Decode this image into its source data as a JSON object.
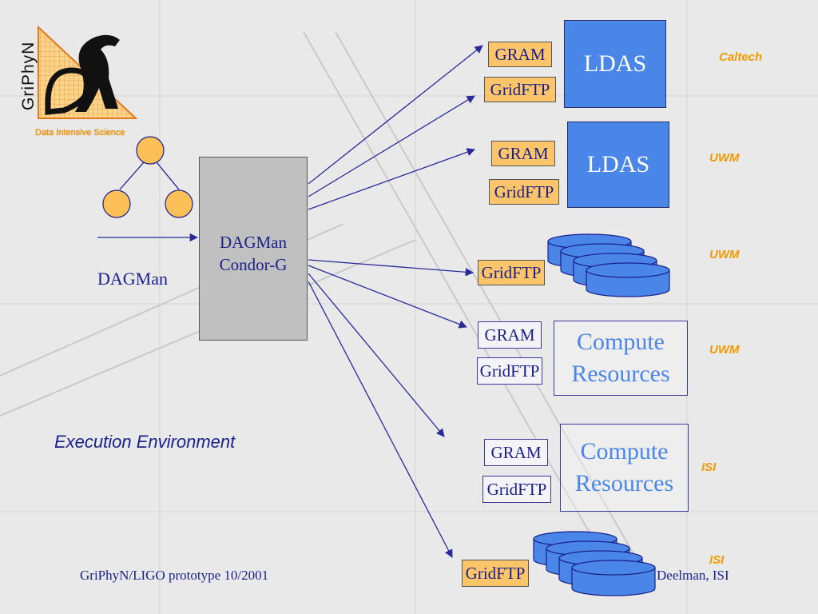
{
  "logo": {
    "name": "GriPhyN",
    "tagline": "Data Intensive Science"
  },
  "dagman_label": "DAGMan",
  "dagman_box": {
    "line1": "DAGMan",
    "line2": "Condor-G"
  },
  "execution_label": "Execution Environment",
  "resources": [
    {
      "service_1": "GRAM",
      "service_2": "GridFTP",
      "resource": "LDAS",
      "site": "Caltech"
    },
    {
      "service_1": "GRAM",
      "service_2": "GridFTP",
      "resource": "LDAS",
      "site": "UWM"
    },
    {
      "service_1": "GridFTP",
      "resource": "storage",
      "site": "UWM"
    },
    {
      "service_1": "GRAM",
      "service_2": "GridFTP",
      "resource_line1": "Compute",
      "resource_line2": "Resources",
      "site": "UWM"
    },
    {
      "service_1": "GRAM",
      "service_2": "GridFTP",
      "resource_line1": "Compute",
      "resource_line2": "Resources",
      "site": "ISI"
    },
    {
      "service_1": "GridFTP",
      "resource": "storage",
      "site": "ISI"
    }
  ],
  "footer": {
    "left": "GriPhyN/LIGO prototype 10/2001",
    "right": "Deelman, ISI"
  },
  "colors": {
    "background": "#e9e9e9",
    "service_box": "#fcc56a",
    "ldas": "#4a86e8",
    "site_label": "#f39a00",
    "text_navy": "#1a1f8a",
    "arrow": "#2a2a9a",
    "node": "#fdbf57"
  }
}
